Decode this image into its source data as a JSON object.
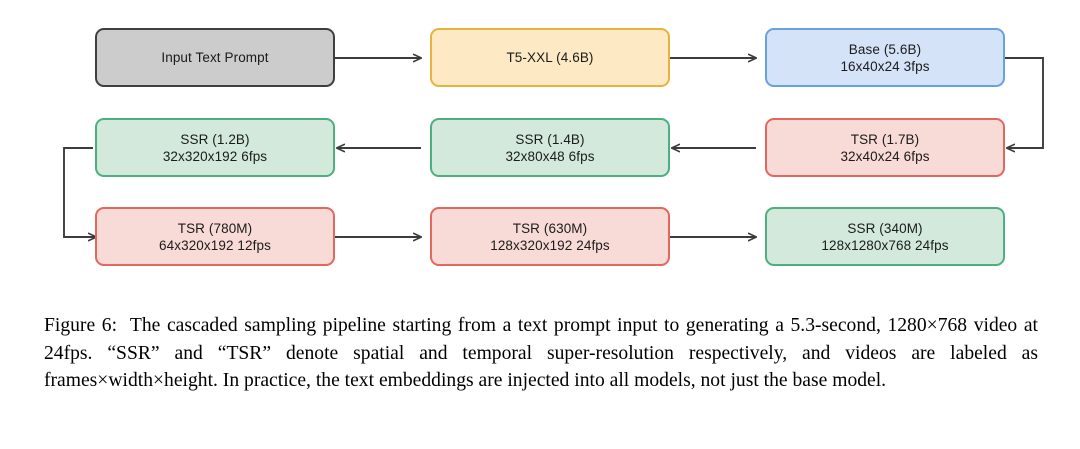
{
  "figure": {
    "caption_label": "Figure 6:",
    "caption_text": "The cascaded sampling pipeline starting from a text prompt input to generating a 5.3-second, 1280×768 video at 24fps. “SSR” and “TSR” denote spatial and temporal super-resolution respectively, and videos are labeled as frames×width×height. In practice, the text embeddings are injected into all models, not just the base model."
  },
  "diagram": {
    "type": "flowchart",
    "colors": {
      "gray_fill": "#cccccc",
      "gray_border": "#3f3f3f",
      "yellow_fill": "#fdeac4",
      "yellow_border": "#e8b33c",
      "blue_fill": "#d5e3f8",
      "blue_border": "#69a0e0",
      "green_fill": "#d3e9dc",
      "green_border": "#4caf7d",
      "red_fill": "#f8dad6",
      "red_border": "#e2675e",
      "arrow": "#3c3c3c"
    },
    "nodes": [
      {
        "id": "input",
        "title": "Input Text Prompt",
        "detail": "",
        "color": "gray"
      },
      {
        "id": "t5",
        "title": "T5-XXL (4.6B)",
        "detail": "",
        "color": "yellow"
      },
      {
        "id": "base",
        "title": "Base (5.6B)",
        "detail": "16x40x24 3fps",
        "color": "blue"
      },
      {
        "id": "tsr17",
        "title": "TSR (1.7B)",
        "detail": "32x40x24 6fps",
        "color": "red"
      },
      {
        "id": "ssr14",
        "title": "SSR (1.4B)",
        "detail": "32x80x48 6fps",
        "color": "green"
      },
      {
        "id": "ssr12",
        "title": "SSR (1.2B)",
        "detail": "32x320x192 6fps",
        "color": "green"
      },
      {
        "id": "tsr780",
        "title": "TSR (780M)",
        "detail": "64x320x192 12fps",
        "color": "red"
      },
      {
        "id": "tsr630",
        "title": "TSR (630M)",
        "detail": "128x320x192 24fps",
        "color": "red"
      },
      {
        "id": "ssr340",
        "title": "SSR (340M)",
        "detail": "128x1280x768 24fps",
        "color": "green"
      }
    ],
    "edges": [
      {
        "from": "input",
        "to": "t5",
        "style": "straight-right"
      },
      {
        "from": "t5",
        "to": "base",
        "style": "straight-right"
      },
      {
        "from": "base",
        "to": "tsr17",
        "style": "wrap-right"
      },
      {
        "from": "tsr17",
        "to": "ssr14",
        "style": "straight-left"
      },
      {
        "from": "ssr14",
        "to": "ssr12",
        "style": "straight-left"
      },
      {
        "from": "ssr12",
        "to": "tsr780",
        "style": "wrap-left"
      },
      {
        "from": "tsr780",
        "to": "tsr630",
        "style": "straight-right"
      },
      {
        "from": "tsr630",
        "to": "ssr340",
        "style": "straight-right"
      }
    ]
  }
}
